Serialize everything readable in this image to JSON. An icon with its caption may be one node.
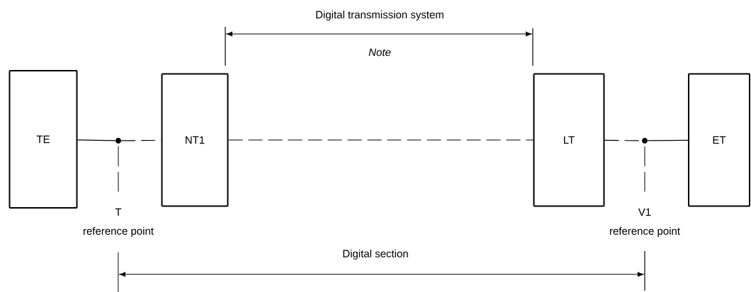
{
  "diagram": {
    "nodes": [
      {
        "text": [
          "TE"
        ]
      },
      {
        "text": [],
        "shape": "circle",
        "beside": [
          "T",
          "reference point"
        ]
      },
      {
        "text": [
          "NT1"
        ]
      },
      {
        "text": [
          "LT"
        ]
      },
      {
        "text": [],
        "shape": "circle",
        "beside": [
          "V1",
          "reference point"
        ]
      },
      {
        "text": [
          "ET"
        ]
      }
    ],
    "edges": [
      {
        "from": 0,
        "to": 1,
        "arrow": "none"
      },
      {
        "from": 1,
        "to": 2,
        "arrow": "none",
        "style": "dashed"
      },
      {
        "from": 2,
        "to": 3,
        "arrow": "none",
        "style": "dashed"
      },
      {
        "from": 3,
        "to": 4,
        "arrow": "none",
        "style": "dashed"
      },
      {
        "from": 4,
        "to": 5,
        "arrow": "none"
      }
    ],
    "labels": [
      "Digital transmission system",
      "*Note*",
      "Digital section"
    ]
  }
}
